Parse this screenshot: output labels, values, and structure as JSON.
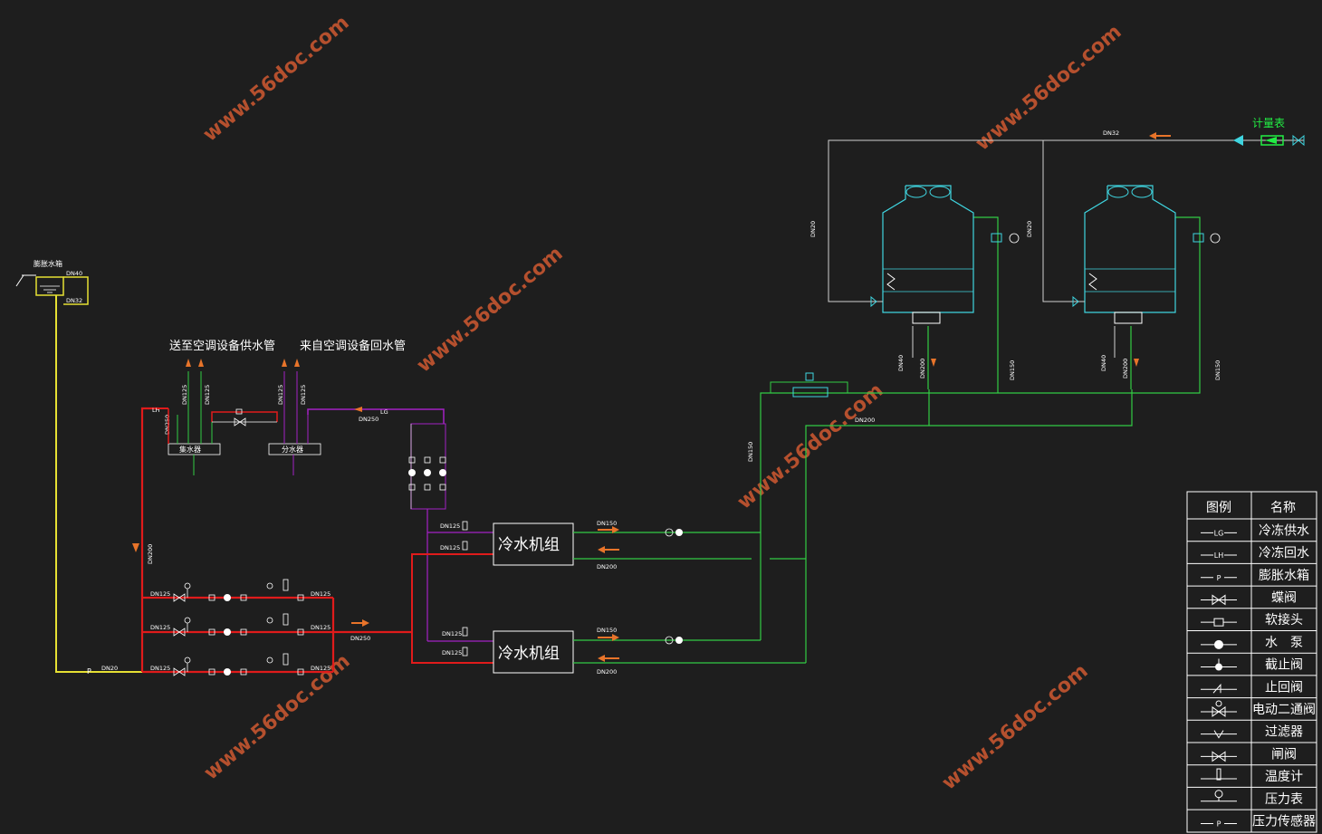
{
  "colors": {
    "background": "#1e1e1e",
    "chilled_supply": "#a321c4",
    "chilled_return": "#e01b1b",
    "cooling_water": "#33cc44",
    "makeup_water": "#d0d0d0",
    "expansion": "#e6e033",
    "equipment": "#3fd5e0",
    "meter": "#22ee44",
    "arrow": "#e8742a",
    "watermark": "#b5502e"
  },
  "watermark": "www.56doc.com",
  "labels": {
    "expansion_tank": "膨胀水箱",
    "supply_to_ac": "送至空调设备供水管",
    "return_from_ac": "来自空调设备回水管",
    "collector": "集水器",
    "distributor": "分水器",
    "chiller_1": "冷水机组",
    "chiller_2": "冷水机组",
    "meter": "计量表",
    "lg": "LG",
    "lh": "LH",
    "p_mark": "P"
  },
  "pipe_sizes": {
    "dn40": "DN40",
    "dn32": "DN32",
    "dn20": "DN20",
    "dn125": "DN125",
    "dn150": "DN150",
    "dn200": "DN200",
    "dn250": "DN250"
  },
  "legend": {
    "header_symbol": "图例",
    "header_name": "名称",
    "rows": [
      {
        "symbol": "lg",
        "symbol_text": "LG",
        "name": "冷冻供水"
      },
      {
        "symbol": "lh",
        "symbol_text": "LH",
        "name": "冷冻回水"
      },
      {
        "symbol": "p",
        "symbol_text": "P",
        "name": "膨胀水箱"
      },
      {
        "symbol": "butterfly",
        "symbol_text": "",
        "name": "蝶阀"
      },
      {
        "symbol": "flex",
        "symbol_text": "",
        "name": "软接头"
      },
      {
        "symbol": "pump",
        "symbol_text": "",
        "name": "水　泵"
      },
      {
        "symbol": "globe",
        "symbol_text": "",
        "name": "截止阀"
      },
      {
        "symbol": "check",
        "symbol_text": "",
        "name": "止回阀"
      },
      {
        "symbol": "motor",
        "symbol_text": "",
        "name": "电动二通阀"
      },
      {
        "symbol": "filter",
        "symbol_text": "",
        "name": "过滤器"
      },
      {
        "symbol": "gate",
        "symbol_text": "",
        "name": "闸阀"
      },
      {
        "symbol": "thermo",
        "symbol_text": "",
        "name": "温度计"
      },
      {
        "symbol": "gauge",
        "symbol_text": "",
        "name": "压力表"
      },
      {
        "symbol": "sensor",
        "symbol_text": "P",
        "name": "压力传感器"
      }
    ]
  }
}
